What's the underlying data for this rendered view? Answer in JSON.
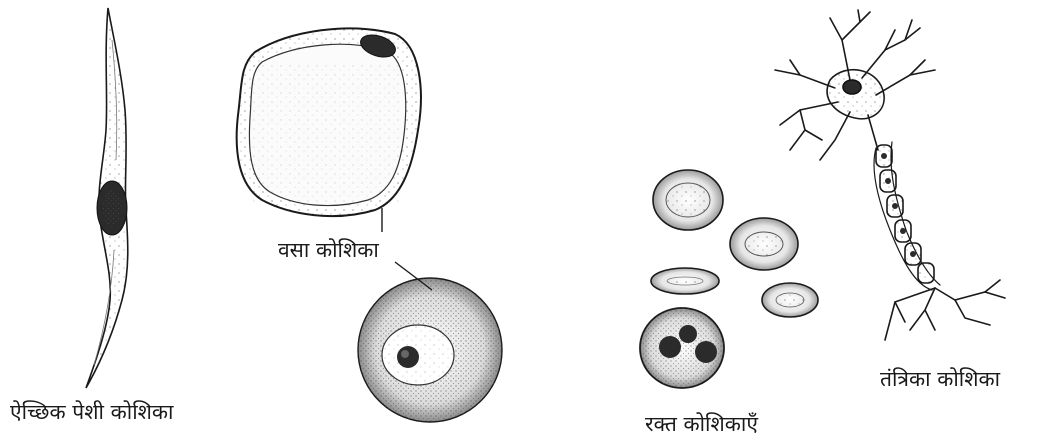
{
  "labels": {
    "muscle_cell": "ऐच्छिक पेशी कोशिका",
    "fat_cell": "वसा कोशिका",
    "blood_cells": "रक्त कोशिकाएँ",
    "nerve_cell": "तंत्रिका कोशिका"
  },
  "colors": {
    "ink": "#1a1a1a",
    "stipple": "#555555",
    "nucleus": "#2b2b2b",
    "background": "#ffffff"
  }
}
